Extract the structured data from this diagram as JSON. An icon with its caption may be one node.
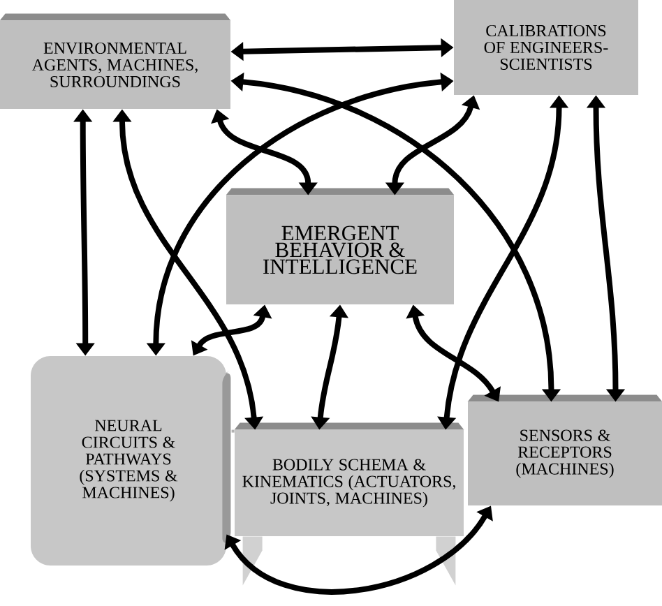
{
  "diagram": {
    "nodes": [
      {
        "text": [
          "ENVIRONMENTAL AGENTS, MACHINES, SURROUNDINGS"
        ]
      },
      {
        "text": [
          "CALIBRATIONS OF ENGINEERS-SCIENTISTS"
        ]
      },
      {
        "text": [
          "EMERGENT BEHAVIOR & INTELLIGENCE"
        ]
      },
      {
        "text": [
          "NEURAL CIRCUITS & PATHWAYS (SYSTEMS & MACHINES)"
        ]
      },
      {
        "text": [
          "BODILY SCHEMA & KINEMATICS (ACTUATORS, JOINTS, MACHINES)"
        ]
      },
      {
        "text": [
          "SENSORS & RECEPTORS (MACHINES)"
        ]
      }
    ],
    "edges": [
      {
        "from": 0,
        "to": 1,
        "arrow": "both"
      },
      {
        "from": 0,
        "to": 5,
        "arrow": "both"
      },
      {
        "from": 1,
        "to": 3,
        "arrow": "both"
      },
      {
        "from": 0,
        "to": 3,
        "arrow": "both"
      },
      {
        "from": 0,
        "to": 4,
        "arrow": "both"
      },
      {
        "from": 0,
        "to": 2,
        "arrow": "both"
      },
      {
        "from": 1,
        "to": 2,
        "arrow": "both"
      },
      {
        "from": 1,
        "to": 4,
        "arrow": "both"
      },
      {
        "from": 1,
        "to": 5,
        "arrow": "both"
      },
      {
        "from": 2,
        "to": 3,
        "arrow": "both"
      },
      {
        "from": 2,
        "to": 4,
        "arrow": "both"
      },
      {
        "from": 2,
        "to": 5,
        "arrow": "both"
      },
      {
        "from": 3,
        "to": 5,
        "arrow": "both"
      }
    ]
  }
}
